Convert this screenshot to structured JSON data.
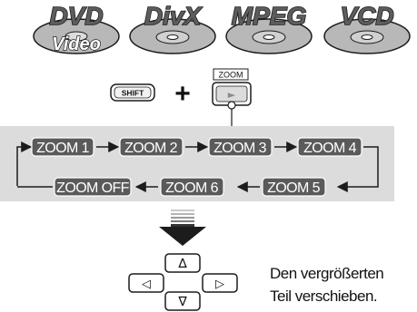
{
  "discs": [
    {
      "label": "DVD",
      "sublabel": "Video"
    },
    {
      "label": "DivX"
    },
    {
      "label": "MPEG"
    },
    {
      "label": "VCD"
    }
  ],
  "keys": {
    "shift_label": "SHIFT",
    "plus": "+",
    "zoom_caption": "ZOOM",
    "zoom_symbol": "►"
  },
  "zoom_cycle": {
    "row1": [
      "ZOOM 1",
      "ZOOM 2",
      "ZOOM 3",
      "ZOOM 4"
    ],
    "row2": [
      "ZOOM OFF",
      "ZOOM 6",
      "ZOOM 5"
    ]
  },
  "arrows": {
    "up": "∆",
    "down": "∇",
    "left": "◁",
    "right": "▷"
  },
  "caption": {
    "line1": "Den vergrößerten",
    "line2": "Teil verschieben."
  },
  "colors": {
    "chip": "#5a5a5a",
    "panel": "#dcdcdc",
    "disc_fill": "#b8b8b8",
    "outline": "#1c1c1c"
  }
}
